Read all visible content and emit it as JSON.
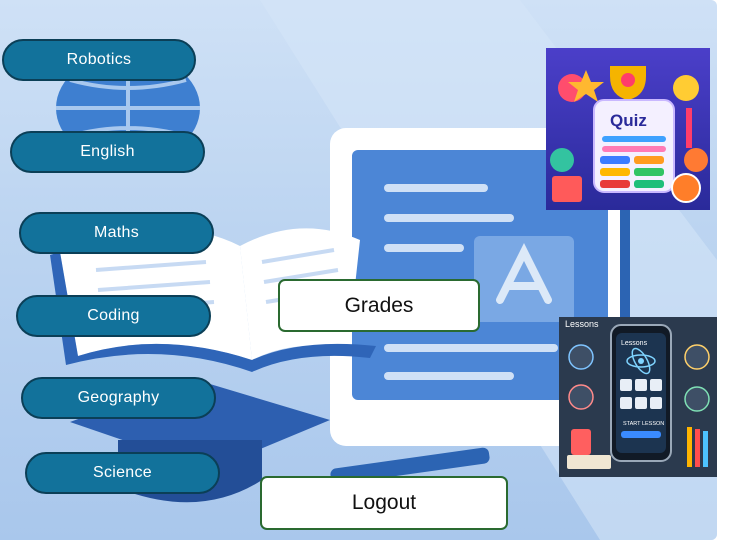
{
  "subjects": [
    {
      "label": "Robotics"
    },
    {
      "label": "English"
    },
    {
      "label": "Maths"
    },
    {
      "label": "Coding"
    },
    {
      "label": "Geography"
    },
    {
      "label": "Science"
    }
  ],
  "actions": {
    "grades_label": "Grades",
    "logout_label": "Logout"
  },
  "quiz_card": {
    "title": "Quiz"
  },
  "lessons_card": {
    "title": "Lessons",
    "phone_title": "Lessons",
    "start_label": "START LESSON"
  },
  "colors": {
    "subject_button": "#12729b",
    "subject_border": "#0b3f57",
    "action_border": "#2a6a30",
    "background": "#bdd5f1"
  }
}
